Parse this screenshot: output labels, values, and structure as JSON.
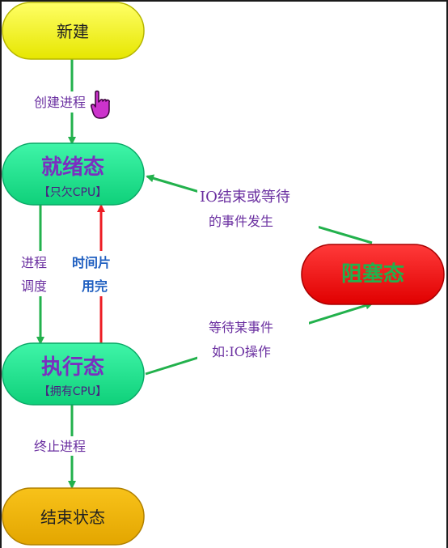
{
  "nodes": {
    "new": {
      "label": "新建"
    },
    "ready": {
      "label": "就绪态",
      "sublabel": "【只欠CPU】"
    },
    "running": {
      "label": "执行态",
      "sublabel": "【拥有CPU】"
    },
    "blocked": {
      "label": "阻塞态"
    },
    "terminated": {
      "label": "结束状态"
    }
  },
  "edges": {
    "create": {
      "label": "创建进程"
    },
    "schedule": {
      "line1": "进程",
      "line2": "调度"
    },
    "timeslice": {
      "line1": "时间片",
      "line2": "用完"
    },
    "wait": {
      "line1": "等待某事件",
      "line2": "如:IO操作"
    },
    "io_done": {
      "line1": "IO结束或等待",
      "line2": "的事件发生"
    },
    "terminate": {
      "label": "终止进程"
    }
  },
  "colors": {
    "yellow": "#f2f200",
    "green": "#17e88f",
    "red": "#ff0d0d",
    "orange": "#f0b400",
    "arrow_green": "#22b14c",
    "arrow_red": "#ed1c24",
    "title_purple": "#7a2fc0"
  },
  "icons": [
    "hand-pointer-icon"
  ]
}
